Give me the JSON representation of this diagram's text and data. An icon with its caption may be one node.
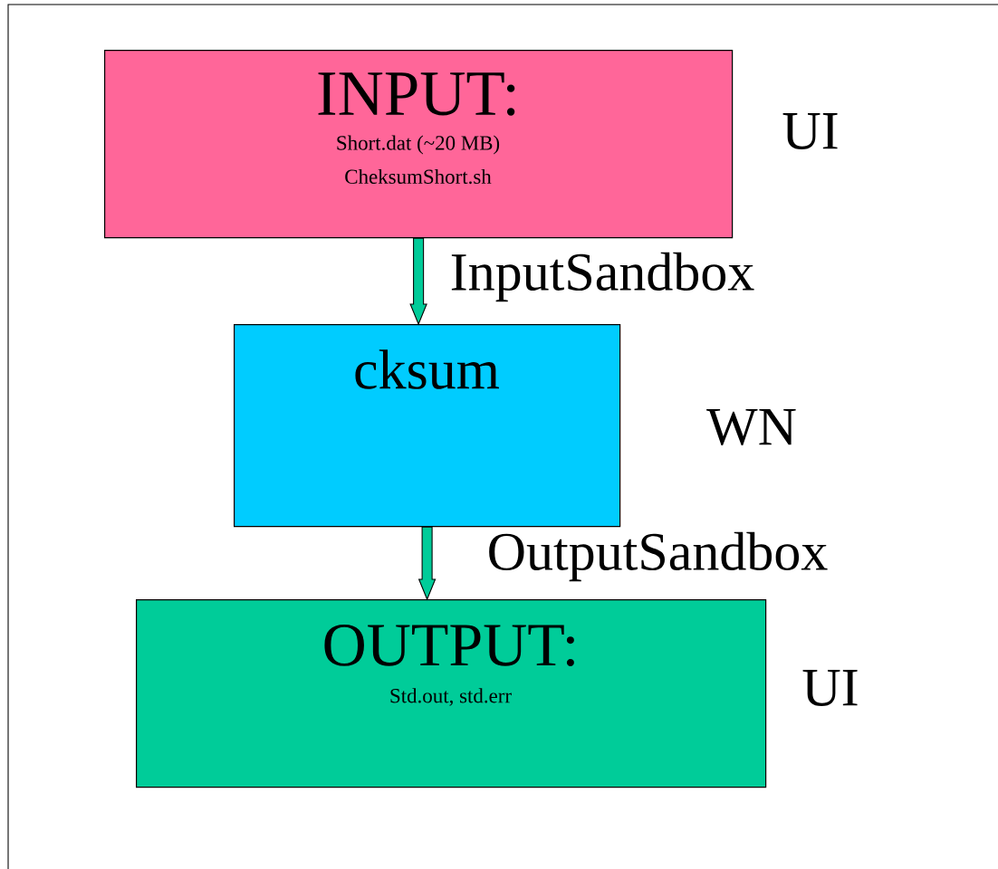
{
  "diagram": {
    "nodes": [
      {
        "text": [
          "INPUT:",
          "Short.dat (~20 MB)",
          "CheksumShort.sh"
        ],
        "beside": [
          "UI"
        ]
      },
      {
        "text": [
          "cksum"
        ],
        "beside": [
          "WN"
        ]
      },
      {
        "text": [
          "OUTPUT:",
          "Std.out, std.err"
        ],
        "beside": [
          "UI"
        ]
      }
    ],
    "edges": [
      {
        "from": 0,
        "to": 1,
        "arrow": "to",
        "label": "InputSandbox"
      },
      {
        "from": 1,
        "to": 2,
        "arrow": "to",
        "label": "OutputSandbox"
      }
    ]
  }
}
